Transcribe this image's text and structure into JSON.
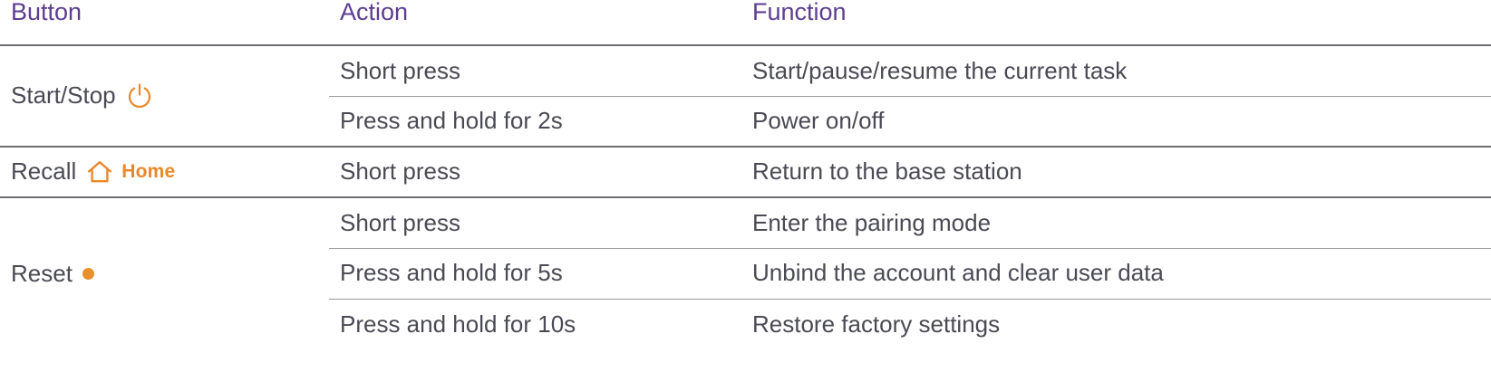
{
  "table": {
    "headers": {
      "button": "Button",
      "action": "Action",
      "function": "Function"
    },
    "header_color": "#5e3d91",
    "accent_color": "#e8892b",
    "text_color": "#4a4a55",
    "rule_color": "#6e6e73",
    "subrule_color": "#9a9aa0",
    "groups": [
      {
        "button_label": "Start/Stop",
        "button_icon": "power-icon",
        "button_icon_label": null,
        "rows": [
          {
            "action": "Short press",
            "function": "Start/pause/resume the current task"
          },
          {
            "action": "Press and hold for 2s",
            "function": "Power on/off"
          }
        ]
      },
      {
        "button_label": "Recall",
        "button_icon": "home-icon",
        "button_icon_label": "Home",
        "rows": [
          {
            "action": "Short press",
            "function": "Return to the base station"
          }
        ]
      },
      {
        "button_label": "Reset",
        "button_icon": "dot-icon",
        "button_icon_label": null,
        "rows": [
          {
            "action": "Short press",
            "function": "Enter the pairing mode"
          },
          {
            "action": "Press and hold for 5s",
            "function": "Unbind the account and clear user data"
          },
          {
            "action": "Press and hold for 10s",
            "function": "Restore factory settings"
          }
        ]
      }
    ]
  }
}
